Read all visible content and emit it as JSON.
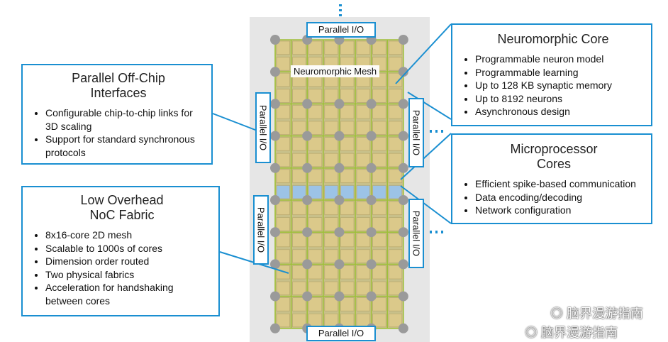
{
  "chip": {
    "io_top": "Parallel I/O",
    "io_bottom": "Parallel I/O",
    "io_left_upper": "Parallel I/O",
    "io_left_lower": "Parallel I/O",
    "io_right_upper": "Parallel I/O",
    "io_right_lower": "Parallel I/O",
    "mesh_label": "Neuromorphic Mesh"
  },
  "callouts": {
    "parallel_offchip": {
      "title_line1": "Parallel Off-Chip",
      "title_line2": "Interfaces",
      "bullets": [
        "Configurable chip-to-chip links for 3D scaling",
        "Support for standard synchronous protocols"
      ]
    },
    "low_overhead": {
      "title_line1": "Low Overhead",
      "title_line2": "NoC Fabric",
      "bullets": [
        "8x16-core 2D mesh",
        "Scalable to 1000s of cores",
        "Dimension order routed",
        "Two physical fabrics",
        "Acceleration for handshaking between cores"
      ]
    },
    "neuromorphic_core": {
      "title_line1": "Neuromorphic Core",
      "bullets": [
        "Programmable neuron model",
        "Programmable learning",
        "Up to 128 KB synaptic memory",
        "Up to 8192 neurons",
        "Asynchronous design"
      ]
    },
    "microprocessor_cores": {
      "title_line1": "Microprocessor",
      "title_line2": "Cores",
      "bullets": [
        "Efficient spike-based communication",
        "Data encoding/decoding",
        "Network configuration"
      ]
    }
  },
  "watermark": {
    "line1": "脑界漫游指南",
    "line2": "脑界漫游指南"
  },
  "colors": {
    "accent": "#1a8fd1",
    "chip_bg": "#e6e6e6",
    "core_fill": "#dbc98a",
    "micro_fill": "#9cc3e6",
    "router": "#9a9a9a",
    "link_green": "#9fbf3a"
  }
}
